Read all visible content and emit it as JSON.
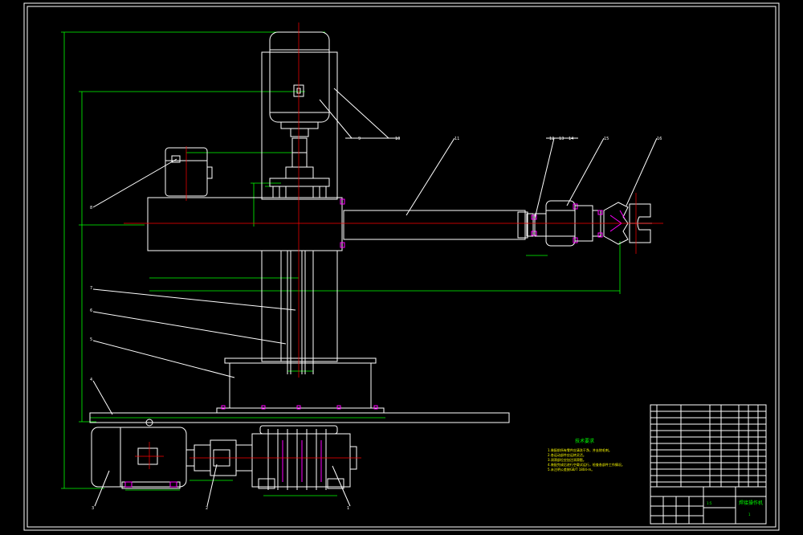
{
  "drawing": {
    "part_labels": [
      {
        "id": "p1",
        "text": "1"
      },
      {
        "id": "p2",
        "text": "2"
      },
      {
        "id": "p3",
        "text": "3"
      },
      {
        "id": "p4",
        "text": "4"
      },
      {
        "id": "p5",
        "text": "5"
      },
      {
        "id": "p6",
        "text": "6"
      },
      {
        "id": "p7",
        "text": "7"
      },
      {
        "id": "p8",
        "text": "8"
      },
      {
        "id": "p9",
        "text": "9"
      },
      {
        "id": "p10",
        "text": "10"
      },
      {
        "id": "p11",
        "text": "11"
      },
      {
        "id": "p12",
        "text": "12"
      },
      {
        "id": "p13",
        "text": "13"
      },
      {
        "id": "p14",
        "text": "14"
      },
      {
        "id": "p15",
        "text": "15"
      },
      {
        "id": "p16",
        "text": "16"
      }
    ],
    "notes_title": "技术要求",
    "notes_lines": [
      "1.装配前所有零件应清洗干净，并去除毛刺。",
      "2.各运动部件应运转灵活。",
      "3.润滑部位应加注润滑脂。",
      "4.装配完成后进行空载试运行，检查各部件工作情况。",
      "5.未注明公差按GB/T 1804-m。"
    ],
    "title_block": {
      "name": "焊接操作机",
      "scale": "1:5",
      "sheet": "1"
    }
  }
}
